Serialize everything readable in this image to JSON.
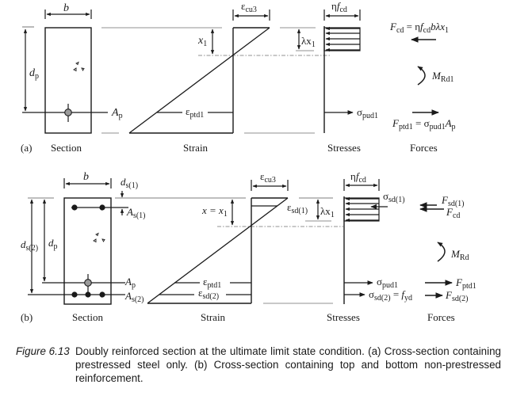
{
  "panel_a": {
    "tag": "(a)",
    "section_label": "Section",
    "strain_label": "Strain",
    "stresses_label": "Stresses",
    "forces_label": "Forces",
    "b": "b",
    "d_p": {
      "main": "d",
      "sub": "p"
    },
    "A_p": {
      "main": "A",
      "sub": "p"
    },
    "x1": {
      "main": "x",
      "sub": "1"
    },
    "eps_cu3": {
      "main": "ε",
      "sub": "cu3"
    },
    "eps_ptd1": {
      "main": "ε",
      "sub": "ptd1"
    },
    "lambda_x1": {
      "main": "λx",
      "sub": "1"
    },
    "eta_fcd": {
      "pre": "η",
      "main": "f",
      "sub": "cd"
    },
    "sigma_pud1": {
      "main": "σ",
      "sub": "pud1"
    },
    "F_cd_eq": {
      "lhs": "F",
      "lhs_sub": "cd",
      "eq": " = η",
      "f": "f",
      "f_sub": "cd",
      "rest": "bλx",
      "rest_sub": "1"
    },
    "M_Rd1": {
      "main": "M",
      "sub": "Rd1"
    },
    "F_ptd1_eq": {
      "lhs": "F",
      "lhs_sub": "ptd1",
      "eq": " = σ",
      "sig_sub": "pud1",
      "a": "A",
      "a_sub": "p"
    }
  },
  "panel_b": {
    "tag": "(b)",
    "section_label": "Section",
    "strain_label": "Strain",
    "stresses_label": "Stresses",
    "forces_label": "Forces",
    "b": "b",
    "d_s1": {
      "main": "d",
      "sub": "s(1)"
    },
    "d_s2": {
      "main": "d",
      "sub": "s(2)"
    },
    "d_p": {
      "main": "d",
      "sub": "p"
    },
    "A_s1": {
      "main": "A",
      "sub": "s(1)"
    },
    "A_p": {
      "main": "A",
      "sub": "p"
    },
    "A_s2": {
      "main": "A",
      "sub": "s(2)"
    },
    "x_eq_x1": {
      "main": "x = x",
      "sub": "1"
    },
    "eps_cu3": {
      "main": "ε",
      "sub": "cu3"
    },
    "eps_sd1": {
      "main": "ε",
      "sub": "sd(1)"
    },
    "eps_ptd1": {
      "main": "ε",
      "sub": "ptd1"
    },
    "eps_sd2": {
      "main": "ε",
      "sub": "sd(2)"
    },
    "lambda_x1": {
      "main": "λx",
      "sub": "1"
    },
    "eta_fcd": {
      "pre": "η",
      "main": "f",
      "sub": "cd"
    },
    "sigma_sd1": {
      "main": "σ",
      "sub": "sd(1)"
    },
    "sigma_pud1": {
      "main": "σ",
      "sub": "pud1"
    },
    "sigma_sd2_eq": {
      "main": "σ",
      "sub": "sd(2)",
      "eq": " = ",
      "f": "f",
      "f_sub": "yd"
    },
    "F_sd1": {
      "main": "F",
      "sub": "sd(1)"
    },
    "F_cd": {
      "main": "F",
      "sub": "cd"
    },
    "M_Rd": {
      "main": "M",
      "sub": "Rd"
    },
    "F_ptd1": {
      "main": "F",
      "sub": "ptd1"
    },
    "F_sd2": {
      "main": "F",
      "sub": "sd(2)"
    }
  },
  "caption": {
    "number": "Figure 6.13",
    "text": "Doubly reinforced section at the ultimate limit state condition. (a) Cross-section containing prestressed steel only. (b) Cross-section containing top and bottom non-prestressed reinforcement."
  },
  "colors": {
    "ink": "#1a1a1a",
    "guide_gray": "#a8a8a8",
    "tendon_fill": "#9a9a9a"
  }
}
